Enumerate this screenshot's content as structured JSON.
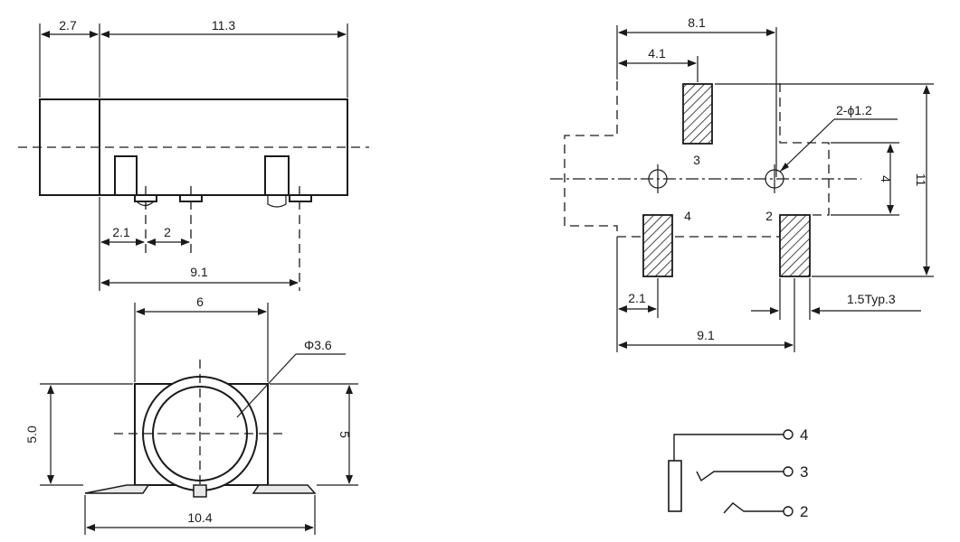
{
  "side_view": {
    "dim_2_7": "2.7",
    "dim_11_3": "11.3",
    "dim_2_1": "2.1",
    "dim_2": "2",
    "dim_9_1": "9.1"
  },
  "front_view": {
    "dim_6": "6",
    "dim_phi_3_6": "Φ3.6",
    "dim_5_0": "5.0",
    "dim_5": "5",
    "dim_10_4": "10.4"
  },
  "pcb_footprint": {
    "dim_8_1": "8.1",
    "dim_4_1": "4.1",
    "dim_hole": "2-ϕ1.2",
    "dim_4": "4",
    "dim_11": "11",
    "dim_2_1": "2.1",
    "dim_9_1": "9.1",
    "dim_typ": "1.5Typ.3",
    "pad_label_3": "3",
    "pad_label_4": "4",
    "pad_label_2": "2"
  },
  "schematic": {
    "pin_4": "4",
    "pin_3": "3",
    "pin_2": "2"
  }
}
